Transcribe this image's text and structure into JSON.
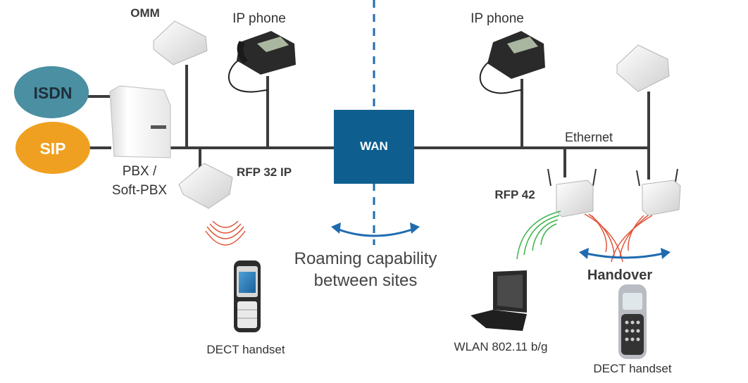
{
  "nodes": {
    "isdn": "ISDN",
    "sip": "SIP",
    "pbx_line1": "PBX /",
    "pbx_line2": "Soft-PBX",
    "omm": "OMM",
    "ip_phone_left": "IP phone",
    "ip_phone_right": "IP phone",
    "rfp32": "RFP 32 IP",
    "wan": "WAN",
    "ethernet": "Ethernet",
    "rfp42": "RFP 42",
    "dect_left": "DECT handset",
    "dect_right": "DECT handset",
    "wlan": "WLAN 802.11 b/g",
    "handover": "Handover"
  },
  "roaming": {
    "line1": "Roaming capability",
    "line2": "between sites"
  },
  "colors": {
    "isdn": "#4a8fa2",
    "sip": "#f0a020",
    "wan": "#0e5f8f",
    "accent_blue": "#1f6bb0",
    "signal_red": "#e0553a",
    "signal_green": "#3cb34a",
    "wire": "#3c3c3c"
  }
}
